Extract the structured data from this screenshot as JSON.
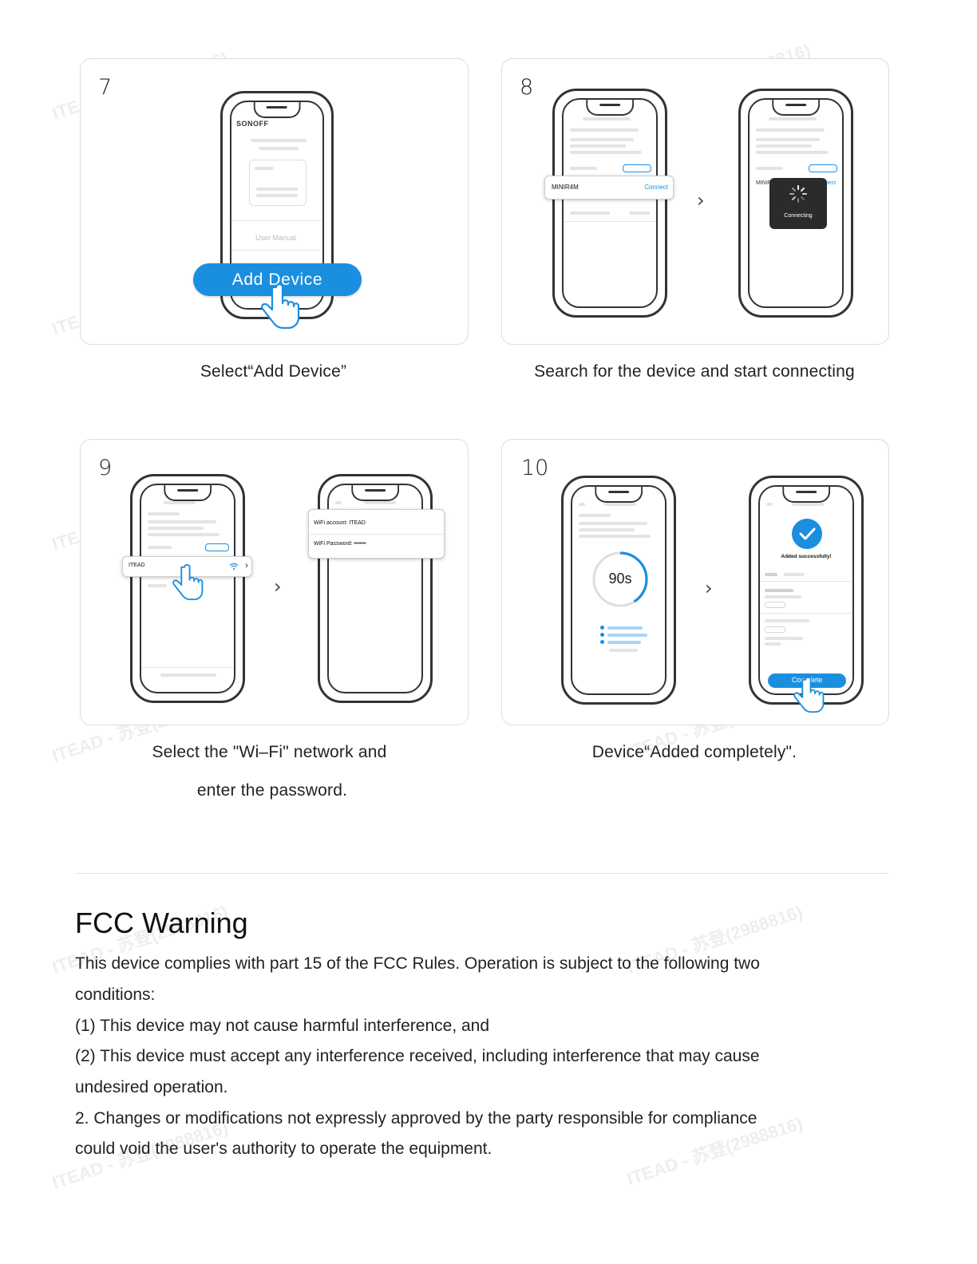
{
  "steps": [
    {
      "number": "7",
      "caption": "Select“Add Device”",
      "button_label": "Add Device",
      "brand": "SONOFF",
      "user_manual": "User Manual"
    },
    {
      "number": "8",
      "caption": "Search for the device and start connecting",
      "device_name": "MINIR4M",
      "connect_label": "Connect",
      "connecting_label": "Connecting"
    },
    {
      "number": "9",
      "caption_lines": [
        "Select the \"Wi–Fi\" network and",
        "enter the password."
      ],
      "network_name": "ITEAD",
      "wifi_account": "WiFi account:  ITEAD",
      "wifi_password": "WiFi Password:  ••••••"
    },
    {
      "number": "10",
      "caption": "Device“Added completely\".",
      "timer": "90s",
      "added_label": "Added successfully!",
      "complete_label": "Complete"
    }
  ],
  "fcc": {
    "title": "FCC Warning",
    "lines": [
      "This device complies with part 15 of the FCC Rules. Operation is subject to the following two",
      "conditions:",
      "(1) This device may not cause harmful interference, and",
      "(2) This device must accept any interference received, including interference that may cause",
      "undesired operation.",
      "2. Changes or modifications not expressly approved by the party responsible for compliance",
      "could void the user's authority to operate the equipment."
    ]
  },
  "watermark": "ITEAD - 苏登(2988816)",
  "colors": {
    "accent": "#1a8fe0",
    "text": "#222222",
    "border": "#dcdcdc"
  }
}
